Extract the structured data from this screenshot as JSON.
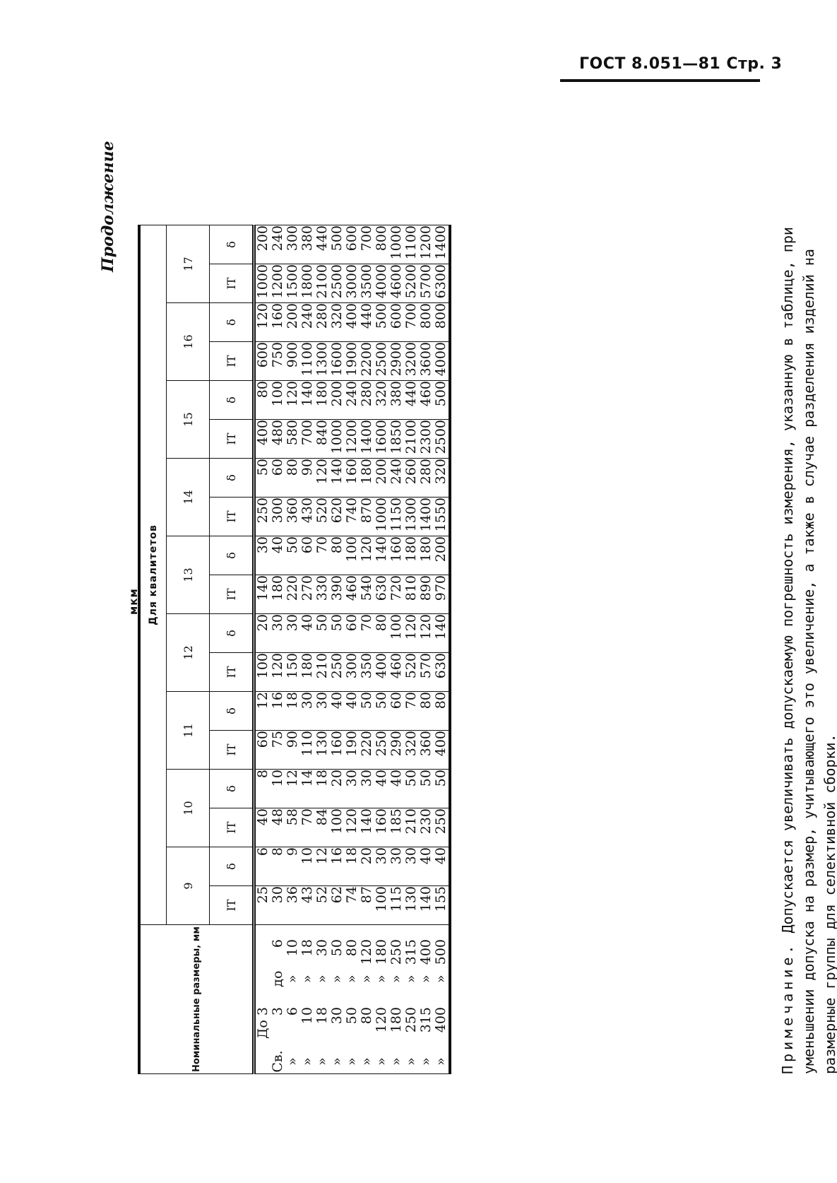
{
  "header": {
    "title": "ГОСТ 8.051—81 Стр. 3"
  },
  "continuation_label": "Продолжение",
  "units": "мкм",
  "table": {
    "sizes_header": "Номинальные размеры, мм",
    "group_header": "Для квалитетов",
    "sub_headers": {
      "it": "IT",
      "delta": "δ"
    },
    "sizes": [
      {
        "prefix": "",
        "from": "До 3",
        "to_label": "",
        "to": ""
      },
      {
        "prefix": "Св.",
        "from": "3",
        "to_label": "до",
        "to": "6"
      },
      {
        "prefix": "»",
        "from": "6",
        "to_label": "»",
        "to": "10"
      },
      {
        "prefix": "»",
        "from": "10",
        "to_label": "»",
        "to": "18"
      },
      {
        "prefix": "»",
        "from": "18",
        "to_label": "»",
        "to": "30"
      },
      {
        "prefix": "»",
        "from": "30",
        "to_label": "»",
        "to": "50"
      },
      {
        "prefix": "»",
        "from": "50",
        "to_label": "»",
        "to": "80"
      },
      {
        "prefix": "»",
        "from": "80",
        "to_label": "»",
        "to": "120"
      },
      {
        "prefix": "»",
        "from": "120",
        "to_label": "»",
        "to": "180"
      },
      {
        "prefix": "»",
        "from": "180",
        "to_label": "»",
        "to": "250"
      },
      {
        "prefix": "»",
        "from": "250",
        "to_label": "»",
        "to": "315"
      },
      {
        "prefix": "»",
        "from": "315",
        "to_label": "»",
        "to": "400"
      },
      {
        "prefix": "»",
        "from": "400",
        "to_label": "»",
        "to": "500"
      }
    ],
    "grades": [
      {
        "grade": "9",
        "it": [
          "25",
          "30",
          "36",
          "43",
          "52",
          "62",
          "74",
          "87",
          "100",
          "115",
          "130",
          "140",
          "155"
        ],
        "delta": [
          "6",
          "8",
          "9",
          "10",
          "12",
          "16",
          "18",
          "20",
          "30",
          "30",
          "30",
          "40",
          "40"
        ]
      },
      {
        "grade": "10",
        "it": [
          "40",
          "48",
          "58",
          "70",
          "84",
          "100",
          "120",
          "140",
          "160",
          "185",
          "210",
          "230",
          "250"
        ],
        "delta": [
          "8",
          "10",
          "12",
          "14",
          "18",
          "20",
          "30",
          "30",
          "40",
          "40",
          "50",
          "50",
          "50"
        ]
      },
      {
        "grade": "11",
        "it": [
          "60",
          "75",
          "90",
          "110",
          "130",
          "160",
          "190",
          "220",
          "250",
          "290",
          "320",
          "360",
          "400"
        ],
        "delta": [
          "12",
          "16",
          "18",
          "30",
          "30",
          "40",
          "40",
          "50",
          "50",
          "60",
          "70",
          "80",
          "80"
        ]
      },
      {
        "grade": "12",
        "it": [
          "100",
          "120",
          "150",
          "180",
          "210",
          "250",
          "300",
          "350",
          "400",
          "460",
          "520",
          "570",
          "630"
        ],
        "delta": [
          "20",
          "30",
          "30",
          "40",
          "50",
          "50",
          "60",
          "70",
          "80",
          "100",
          "120",
          "120",
          "140"
        ]
      },
      {
        "grade": "13",
        "it": [
          "140",
          "180",
          "220",
          "270",
          "330",
          "390",
          "460",
          "540",
          "630",
          "720",
          "810",
          "890",
          "970"
        ],
        "delta": [
          "30",
          "40",
          "50",
          "60",
          "70",
          "80",
          "100",
          "120",
          "140",
          "160",
          "180",
          "180",
          "200"
        ]
      },
      {
        "grade": "14",
        "it": [
          "250",
          "300",
          "360",
          "430",
          "520",
          "620",
          "740",
          "870",
          "1000",
          "1150",
          "1300",
          "1400",
          "1550"
        ],
        "delta": [
          "50",
          "60",
          "80",
          "90",
          "120",
          "140",
          "160",
          "180",
          "200",
          "240",
          "260",
          "280",
          "320"
        ]
      },
      {
        "grade": "15",
        "it": [
          "400",
          "480",
          "580",
          "700",
          "840",
          "1000",
          "1200",
          "1400",
          "1600",
          "1850",
          "2100",
          "2300",
          "2500"
        ],
        "delta": [
          "80",
          "100",
          "120",
          "140",
          "180",
          "200",
          "240",
          "280",
          "320",
          "380",
          "440",
          "460",
          "500"
        ]
      },
      {
        "grade": "16",
        "it": [
          "600",
          "750",
          "900",
          "1100",
          "1300",
          "1600",
          "1900",
          "2200",
          "2500",
          "2900",
          "3200",
          "3600",
          "4000"
        ],
        "delta": [
          "120",
          "160",
          "200",
          "240",
          "280",
          "320",
          "400",
          "440",
          "500",
          "600",
          "700",
          "800",
          "800"
        ]
      },
      {
        "grade": "17",
        "it": [
          "1000",
          "1200",
          "1500",
          "1800",
          "2100",
          "2500",
          "3000",
          "3500",
          "4000",
          "4600",
          "5200",
          "5700",
          "6300"
        ],
        "delta": [
          "200",
          "240",
          "300",
          "380",
          "440",
          "500",
          "600",
          "700",
          "800",
          "1000",
          "1100",
          "1200",
          "1400"
        ]
      }
    ]
  },
  "note": {
    "label": "Примечание.",
    "text": "Допускается увеличивать допускаемую погрешность измерения, указанную в таблице, при уменьшении допуска на размер, учитывающего это увеличение, а также в случае разделения изделий на размерные группы для селективной сборки."
  }
}
